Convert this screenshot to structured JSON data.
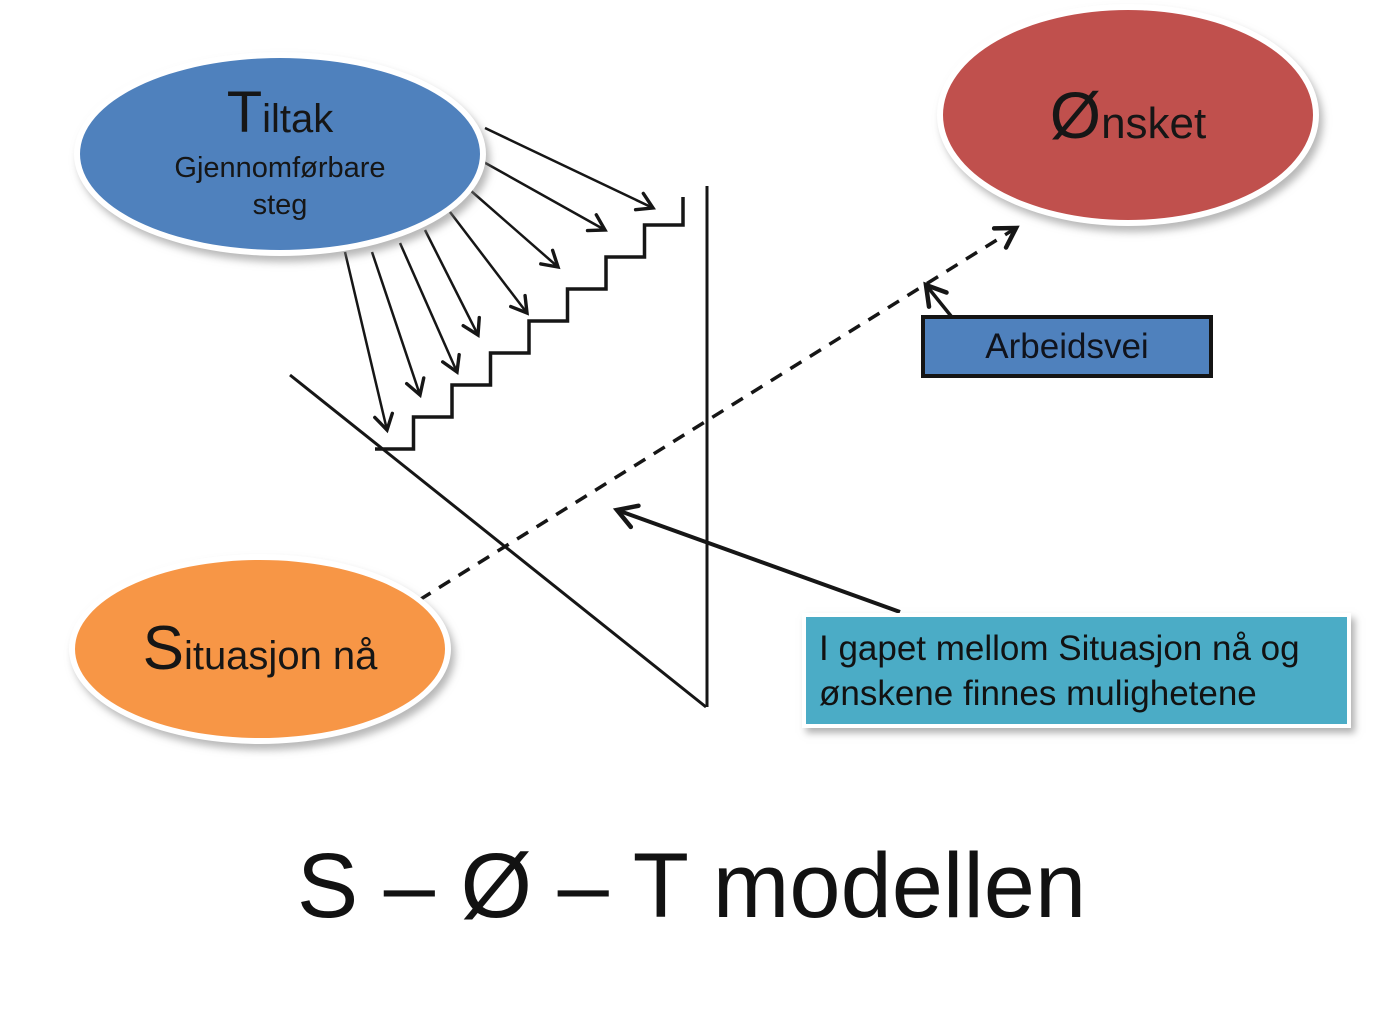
{
  "slide": {
    "background": "#ffffff",
    "title": "S – Ø – T modellen"
  },
  "shapes": {
    "tiltak_ellipse": {
      "initial": "T",
      "rest": "iltak",
      "subtitle_line1": "Gjennomførbare",
      "subtitle_line2": "steg",
      "fill": "#4f81bd"
    },
    "onsket_ellipse": {
      "initial": "Ø",
      "rest": "nsket",
      "fill": "#c0504d"
    },
    "situasjon_ellipse": {
      "initial": "S",
      "rest": "ituasjon nå",
      "fill": "#f79646"
    },
    "arbeidsvei_box": {
      "label": "Arbeidsvei",
      "fill": "#4f81bd",
      "border": "#141414"
    },
    "gap_box": {
      "line1": "I gapet mellom Situasjon nå og",
      "line2": "ønskene finnes mulighetene",
      "fill": "#4bacc6"
    },
    "line_color": "#161616"
  }
}
